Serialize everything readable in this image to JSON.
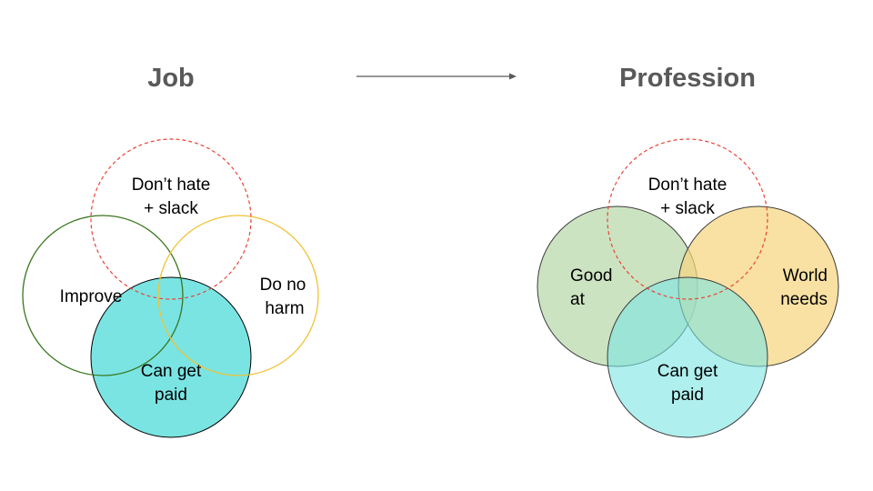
{
  "job": {
    "title": "Job",
    "circles": {
      "dont_hate": {
        "line1": "Don’t hate",
        "line2": "+ slack"
      },
      "improve": {
        "label": "Improve"
      },
      "do_no_harm": {
        "line1": "Do no",
        "line2": "harm"
      },
      "can_get_paid": {
        "line1": "Can get",
        "line2": "paid"
      }
    }
  },
  "profession": {
    "title": "Profession",
    "circles": {
      "dont_hate": {
        "line1": "Don’t hate",
        "line2": "+ slack"
      },
      "good_at": {
        "line1": "Good",
        "line2": "at"
      },
      "world_needs": {
        "line1": "World",
        "line2": "needs"
      },
      "can_get_paid": {
        "line1": "Can get",
        "line2": "paid"
      }
    }
  },
  "colors": {
    "heading": "#595959",
    "arrow": "#595959",
    "red_dashed": "#ea4335",
    "green_stroke": "#38761d",
    "yellow_stroke": "#f1c232",
    "cyan_fill": "#7ae4e3",
    "green_fill": "#b6d7a8",
    "yellow_fill": "#f5d57f"
  }
}
